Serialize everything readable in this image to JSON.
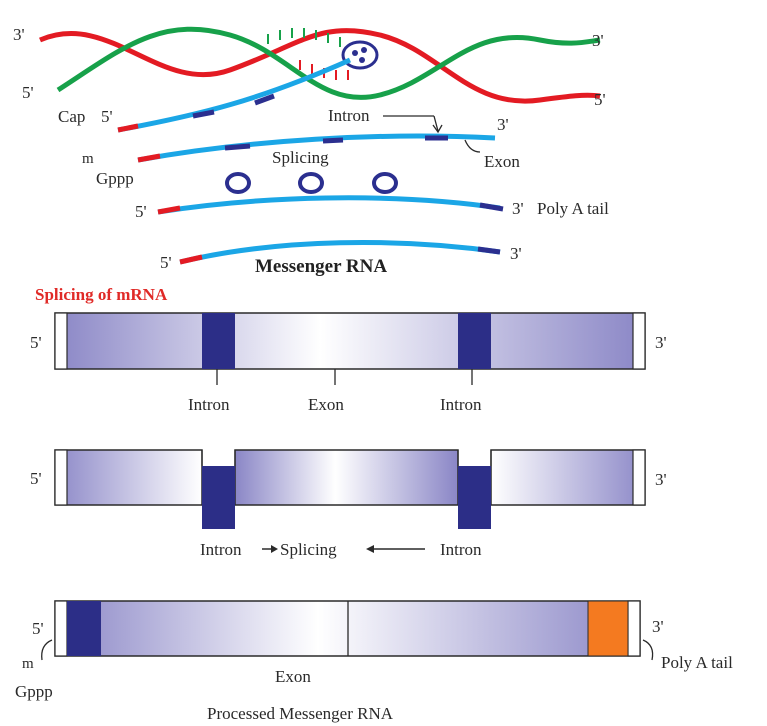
{
  "colors": {
    "dna_strand_a": "#e31b23",
    "dna_strand_b": "#17a14a",
    "rna_body": "#1ba6e6",
    "rna_segment": "#2b2f8f",
    "cap": "#e31b23",
    "bar_dark": "#2c2e87",
    "bar_light": "#ffffff",
    "bar_mid": "#9a98cf",
    "poly_a": "#f47a20",
    "title_red": "#e02a27",
    "text": "#2a2a2a"
  },
  "transcription": {
    "dna_top_3": "3'",
    "dna_top_right_3": "3'",
    "dna_bottom_5": "5'",
    "dna_bottom_right_5": "5'",
    "cap_label": "Cap",
    "rna1_5": "5'",
    "intron_label": "Intron",
    "rna2_3": "3'",
    "m_label": "m",
    "gppp_label": "Gppp",
    "splicing_label": "Splicing",
    "exon_label": "Exon",
    "rna3_5": "5'",
    "rna3_3": "3'",
    "poly_a_label": "Poly A tail",
    "rna4_5": "5'",
    "rna4_3": "3'",
    "messenger_rna_title": "Messenger RNA"
  },
  "splicing": {
    "section_title": "Splicing of mRNA",
    "bar1": {
      "left": "5'",
      "right": "3'",
      "intron_left": "Intron",
      "exon": "Exon",
      "intron_right": "Intron"
    },
    "bar2": {
      "left": "5'",
      "right": "3'",
      "intron_left": "Intron",
      "splicing": "Splicing",
      "intron_right": "Intron"
    },
    "bar3": {
      "left": "5'",
      "right": "3'",
      "m": "m",
      "gppp": "Gppp",
      "exon": "Exon",
      "poly_a": "Poly A tail",
      "caption": "Processed Messenger RNA"
    }
  }
}
